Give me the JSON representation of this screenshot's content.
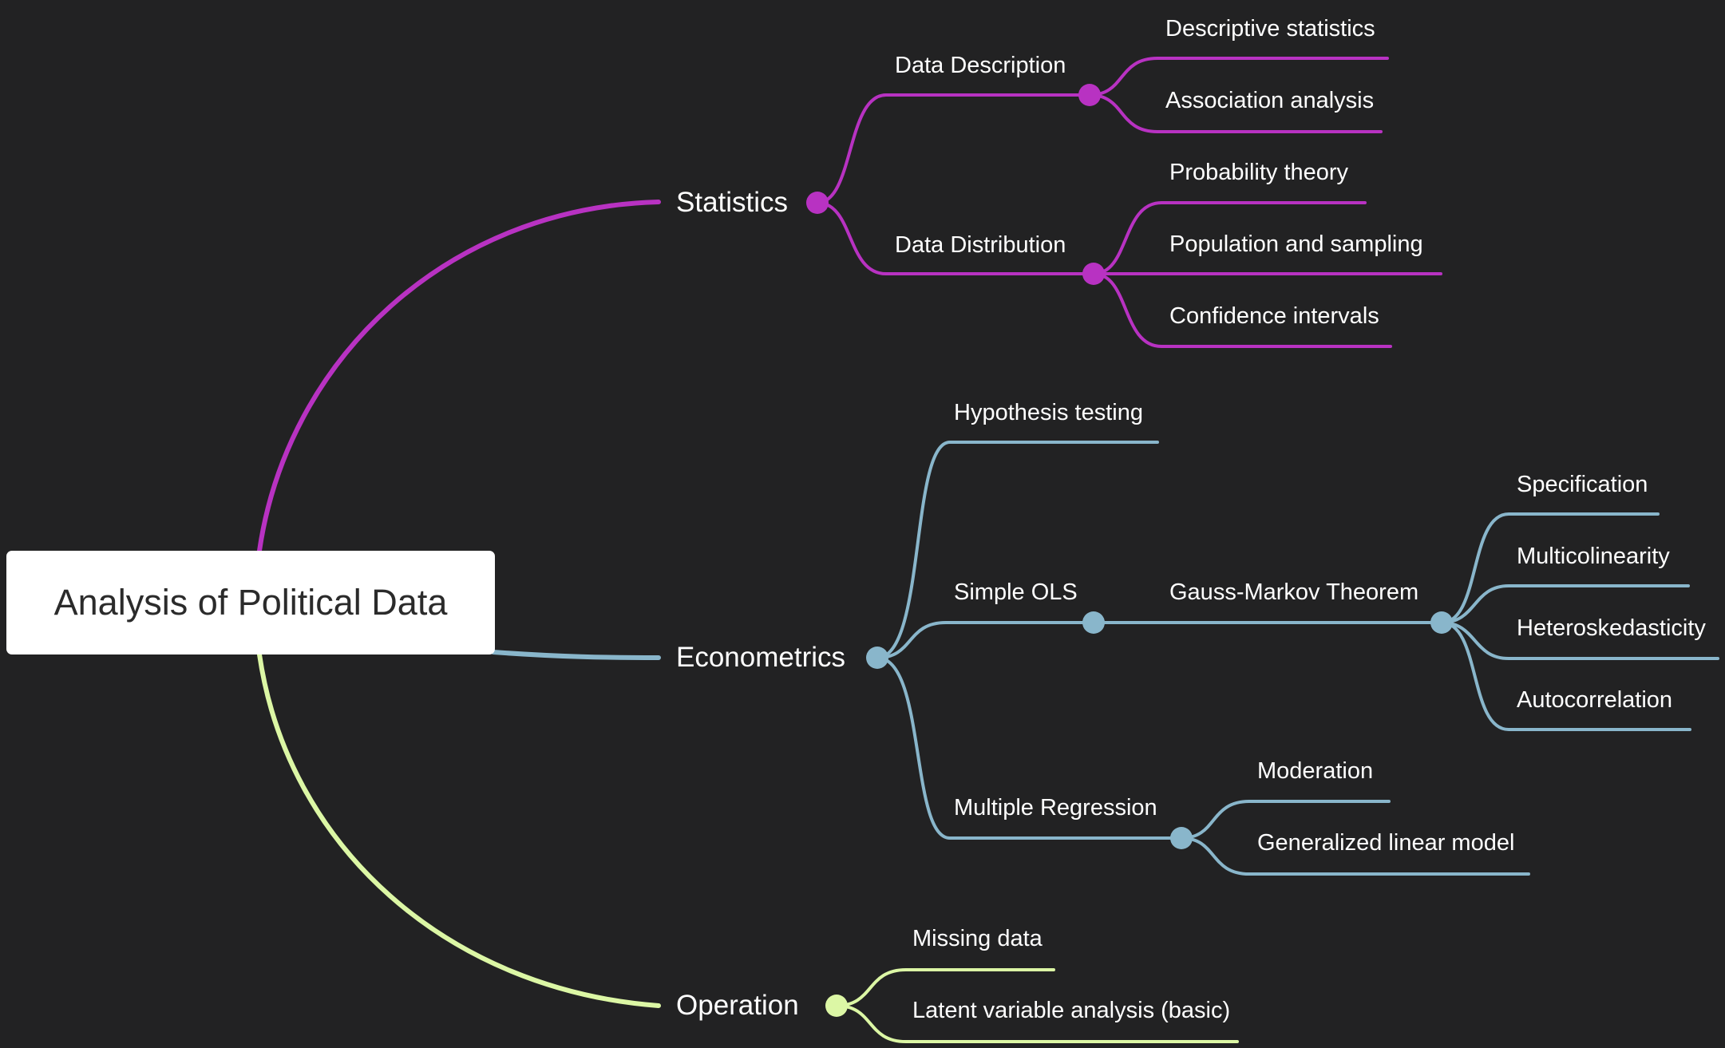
{
  "root": {
    "label": "Analysis of Political Data"
  },
  "colors": {
    "background": "#222223",
    "statistics": "#b832c2",
    "econometrics": "#89b6cb",
    "operation": "#dcf7a5"
  },
  "branches": [
    {
      "label": "Statistics",
      "children": [
        {
          "label": "Data Description",
          "children": [
            {
              "label": "Descriptive statistics"
            },
            {
              "label": "Association analysis"
            }
          ]
        },
        {
          "label": "Data Distribution",
          "children": [
            {
              "label": "Probability theory"
            },
            {
              "label": "Population and sampling"
            },
            {
              "label": "Confidence intervals"
            }
          ]
        }
      ]
    },
    {
      "label": "Econometrics",
      "children": [
        {
          "label": "Hypothesis testing"
        },
        {
          "label": "Simple OLS",
          "children": [
            {
              "label": "Gauss-Markov Theorem",
              "children": [
                {
                  "label": "Specification"
                },
                {
                  "label": "Multicolinearity"
                },
                {
                  "label": "Heteroskedasticity"
                },
                {
                  "label": "Autocorrelation"
                }
              ]
            }
          ]
        },
        {
          "label": "Multiple Regression",
          "children": [
            {
              "label": "Moderation"
            },
            {
              "label": "Generalized linear model"
            }
          ]
        }
      ]
    },
    {
      "label": "Operation",
      "children": [
        {
          "label": "Missing data"
        },
        {
          "label": "Latent variable analysis (basic)"
        }
      ]
    }
  ]
}
